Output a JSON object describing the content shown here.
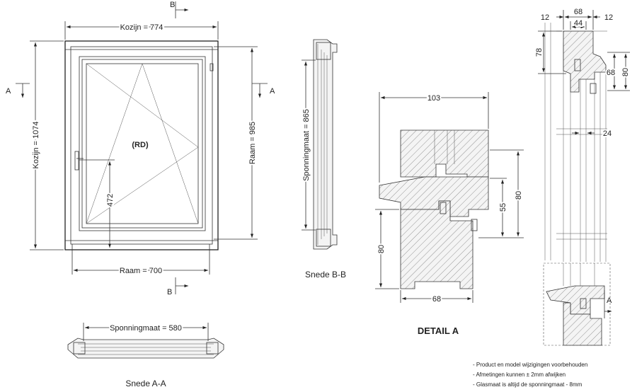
{
  "elevation": {
    "kozijn_width": "Kozijn = 774",
    "kozijn_height": "Kozijn = 1074",
    "raam_height": "Raam = 985",
    "raam_width": "Raam = 700",
    "handle_height": "472",
    "opening_type": "(RD)",
    "section_marker_b": "B",
    "section_marker_a": "A"
  },
  "section_bb": {
    "dimension": "Sponningmaat = 865",
    "caption": "Snede B-B"
  },
  "section_aa": {
    "dimension": "Sponningmaat = 580",
    "caption": "Snede A-A"
  },
  "detail_a": {
    "title": "DETAIL  A",
    "dim_103": "103",
    "dim_80_right": "80",
    "dim_55": "55",
    "dim_80_left": "80",
    "dim_68": "68"
  },
  "profile": {
    "dim_12_left": "12",
    "dim_68_top": "68",
    "dim_12_right": "12",
    "dim_44": "44",
    "dim_78": "78",
    "dim_68_side": "68",
    "dim_80": "80",
    "dim_24": "24",
    "marker_a": "A"
  },
  "notes": [
    "- Product en model wijzigingen voorbehouden",
    "- Afmetingen kunnen ± 2mm afwijken",
    "- Glasmaat is altijd de sponningmaat - 8mm"
  ]
}
